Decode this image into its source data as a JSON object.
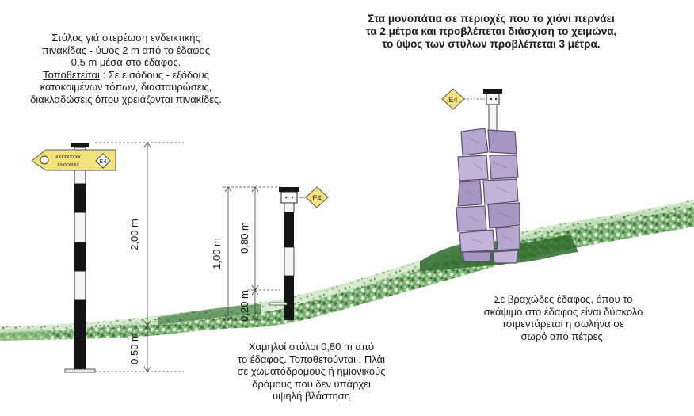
{
  "top_right_note": {
    "lines": [
      "Στα μονοπάτια σε περιοχές που το χιόνι περνάει",
      "τα 2 μέτρα και προβλέπεται διάσχιση το χειμώνα,",
      "το ύψος των στύλων προβλέπεται 3 μέτρα."
    ]
  },
  "tall_post_note": {
    "line1": "Στύλος γιά στερέωση ενδεικτικής",
    "line2": "πινακίδας - ύψος 2 m  από το έδαφος",
    "line3": "0,5 m  μέσα στο έδαφος.",
    "placement_label": "Τοποθετείται",
    "placement_rest": " : Σε εισόδους - εξόδους",
    "line5": "κατοκοιμένων τόπων, διασταυρώσεις,",
    "line6": "διακλαδώσεις όπου χρειάζονται πινακίδες."
  },
  "short_post_note": {
    "line1": "Χαμηλοί στύλοι 0,80 m από",
    "line2_start": "το έδαφος. ",
    "placement_label": "Τοποθετούνται",
    "line2_end": " : Πλάι",
    "line3": "σε χωματόδρομους ή ημιονικούς",
    "line4": "δρόμους που δεν υπάρχει",
    "line5": "υψηλή βλάστηση"
  },
  "rock_note": {
    "lines": [
      "Σε βραχώδες έδαφος, όπου το",
      "σκάψιμο στο έδαφος είναι δύσκολο",
      "τσιμεντάρεται η σωλήνα σε",
      "σωρό από πέτρες."
    ]
  },
  "sign": {
    "text_line1": "xxxxxxxxx",
    "text_line2": "xxxxxxxx",
    "route_marker": "E4"
  },
  "dimensions": {
    "tall_above": "2,00 m",
    "tall_below": "0,50 m",
    "short_total": "1,00 m",
    "short_above": "0,80 m",
    "short_below": "0,20 m"
  },
  "colors": {
    "sign_yellow": "#f2e27a",
    "grass_green": "#3f8a3a",
    "stone_lilac": "#b6a6cf",
    "post_black": "#151515"
  }
}
